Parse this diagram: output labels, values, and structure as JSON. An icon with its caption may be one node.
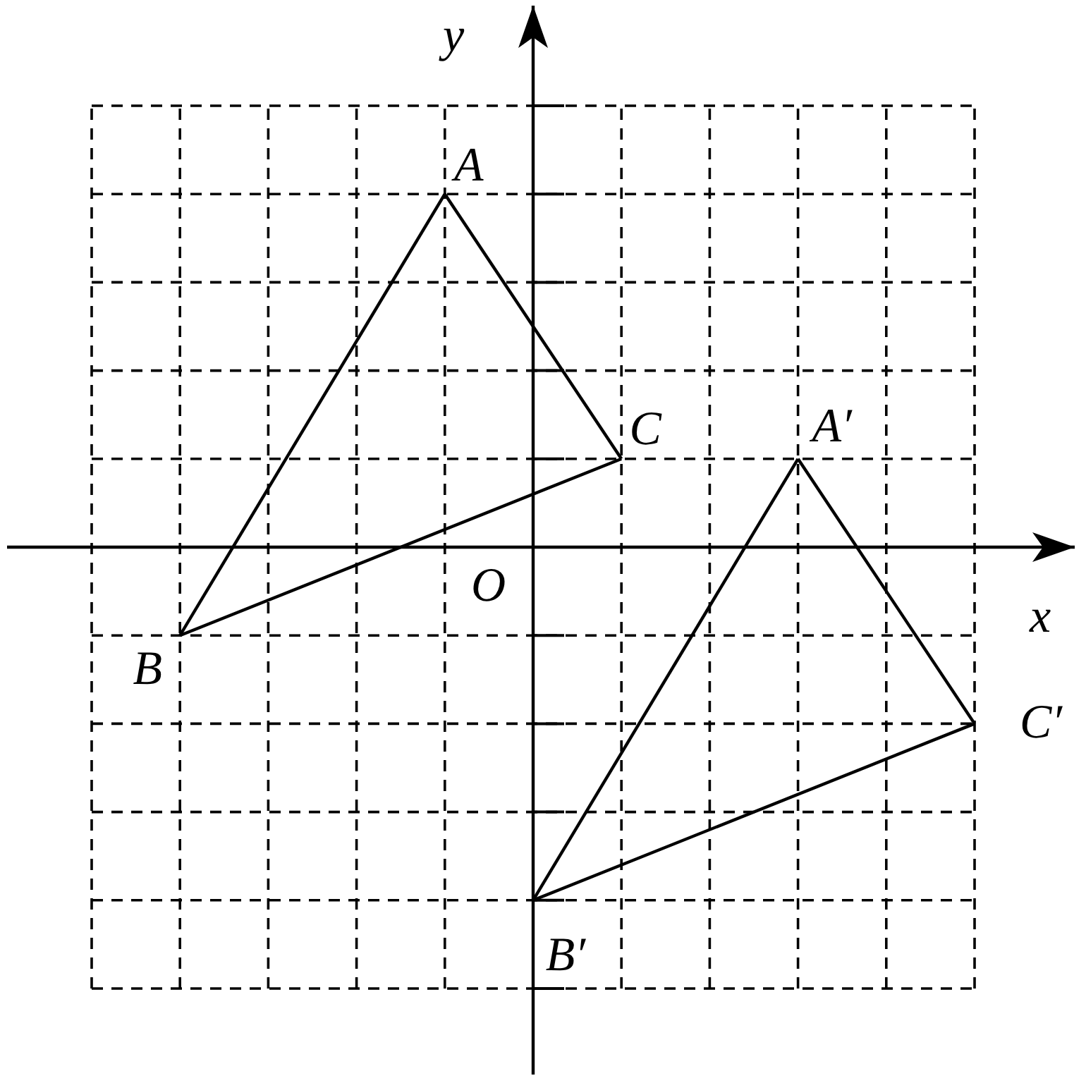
{
  "diagram": {
    "nodes": [
      {
        "text": [
          "A"
        ]
      },
      {
        "text": [
          "B"
        ]
      },
      {
        "text": [
          "C"
        ]
      },
      {
        "text": [
          "A′"
        ]
      },
      {
        "text": [
          "B′"
        ]
      },
      {
        "text": [
          "C′"
        ]
      }
    ],
    "edges": [
      {
        "from": 0,
        "to": 1,
        "arrow": "none"
      },
      {
        "from": 0,
        "to": 2,
        "arrow": "none"
      },
      {
        "from": 1,
        "to": 2,
        "arrow": "none"
      },
      {
        "from": 3,
        "to": 4,
        "arrow": "none"
      },
      {
        "from": 3,
        "to": 5,
        "arrow": "none"
      },
      {
        "from": 4,
        "to": 5,
        "arrow": "none"
      }
    ],
    "labels": [
      "y",
      "O",
      "x"
    ]
  }
}
